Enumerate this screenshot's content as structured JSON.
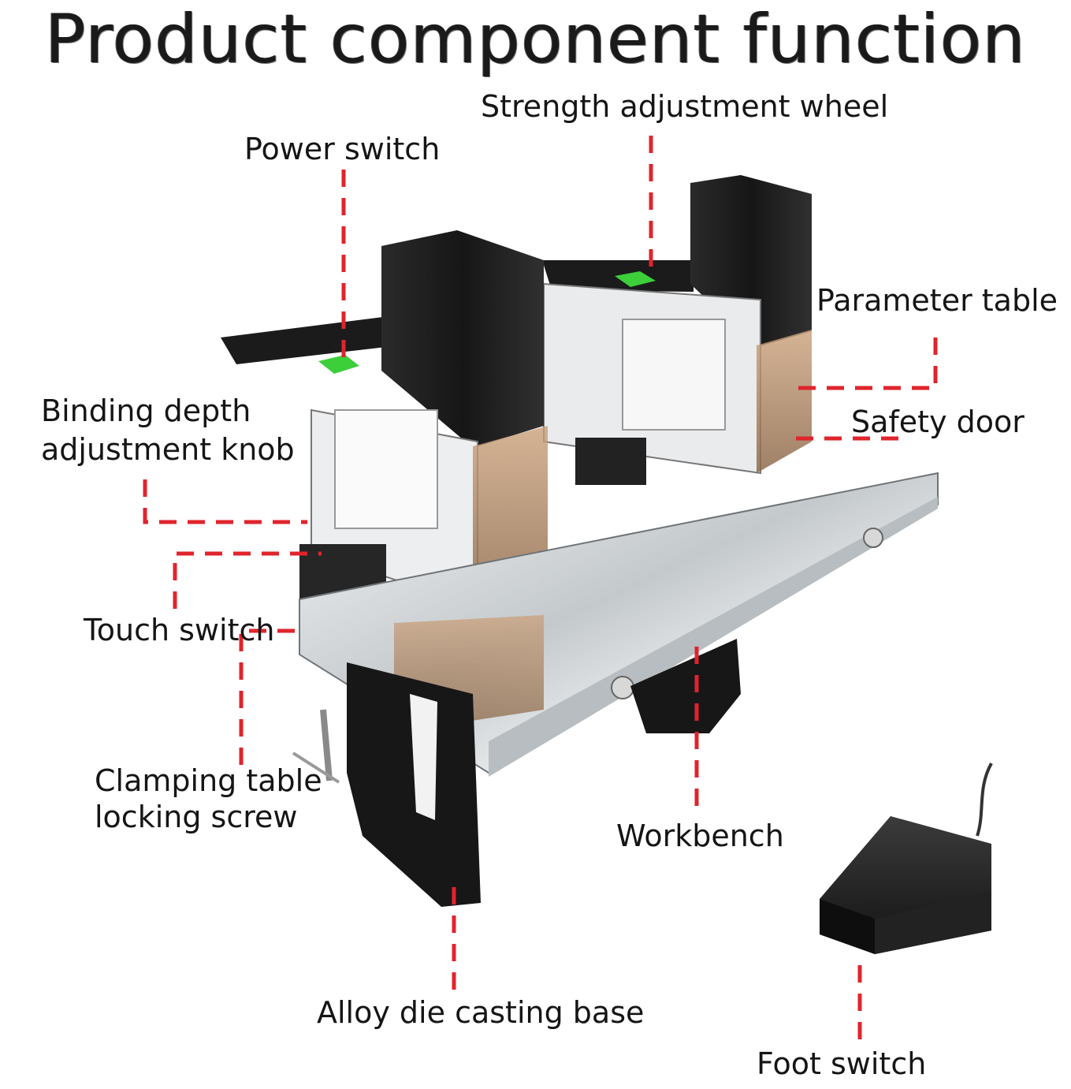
{
  "title": "Product component function",
  "labels": {
    "strength": "Strength adjustment wheel",
    "power": "Power switch",
    "parameter": "Parameter table",
    "binding_line1": "Binding depth",
    "binding_line2": "adjustment knob",
    "safety": "Safety door",
    "touch": "Touch switch",
    "clamping_line1": "Clamping table",
    "clamping_line2": "locking screw",
    "workbench": "Workbench",
    "alloy": "Alloy die casting base",
    "foot": "Foot switch"
  },
  "icons": [
    "power-switch-green-icon",
    "foot-pedal-icon",
    "stapler-head-icon"
  ],
  "colors": {
    "leader": "#e0242c",
    "switch_green": "#3ccf3a",
    "body_black": "#1d1d1d",
    "plate_steel": "#cfd3d6"
  }
}
